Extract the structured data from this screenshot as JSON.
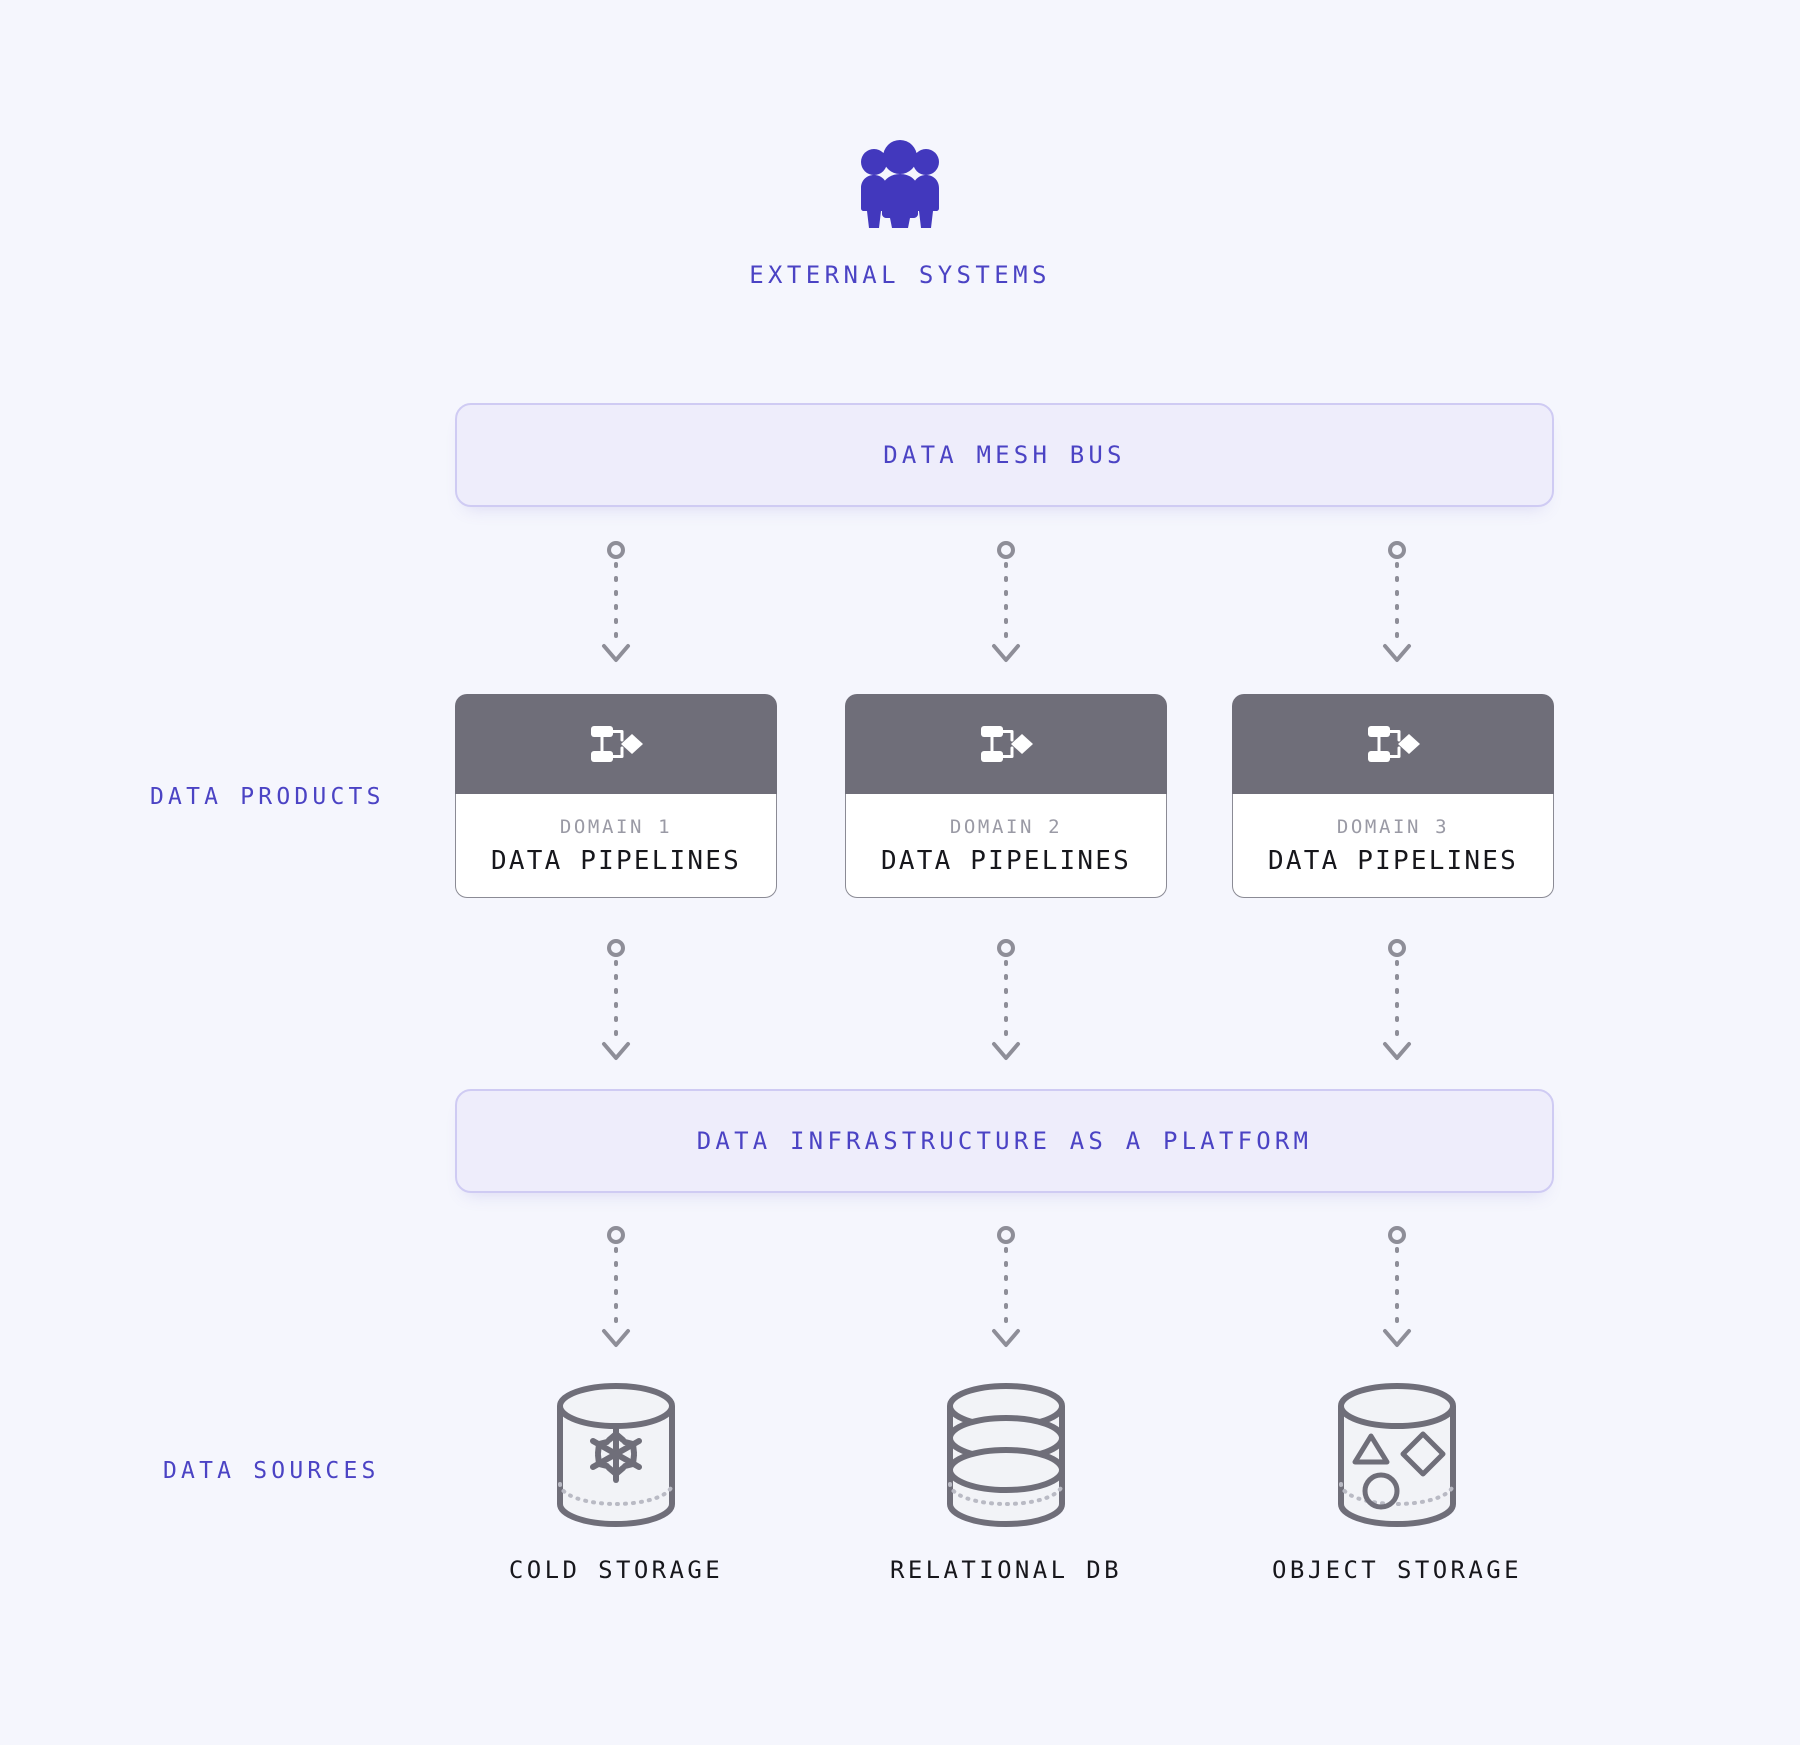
{
  "canvas": {
    "background": "#f5f6fd",
    "accent": "#4b43c4",
    "bar_fill": "#eeedfb",
    "bar_border": "#cfcbf3",
    "card_header_fill": "#6f6e79",
    "connector_color": "#8e8e98",
    "source_stroke": "#6f6e79"
  },
  "external_systems": {
    "label": "EXTERNAL SYSTEMS",
    "icon": "people-group-icon"
  },
  "bars": {
    "mesh": {
      "label": "DATA MESH BUS"
    },
    "platform": {
      "label": "DATA INFRASTRUCTURE AS A PLATFORM"
    }
  },
  "row_labels": {
    "data_products": "DATA PRODUCTS",
    "data_sources": "DATA SOURCES"
  },
  "data_products": [
    {
      "domain": "DOMAIN 1",
      "title": "DATA PIPELINES",
      "icon": "pipeline-flow-icon"
    },
    {
      "domain": "DOMAIN 2",
      "title": "DATA PIPELINES",
      "icon": "pipeline-flow-icon"
    },
    {
      "domain": "DOMAIN 3",
      "title": "DATA PIPELINES",
      "icon": "pipeline-flow-icon"
    }
  ],
  "data_sources": [
    {
      "label": "COLD STORAGE",
      "icon": "snowflake-cylinder-icon"
    },
    {
      "label": "RELATIONAL DB",
      "icon": "stacked-disk-cylinder-icon"
    },
    {
      "label": "OBJECT STORAGE",
      "icon": "shapes-cylinder-icon"
    }
  ],
  "connectors": {
    "style": "dotted-arrow-down",
    "rows": 3,
    "columns": 3
  }
}
